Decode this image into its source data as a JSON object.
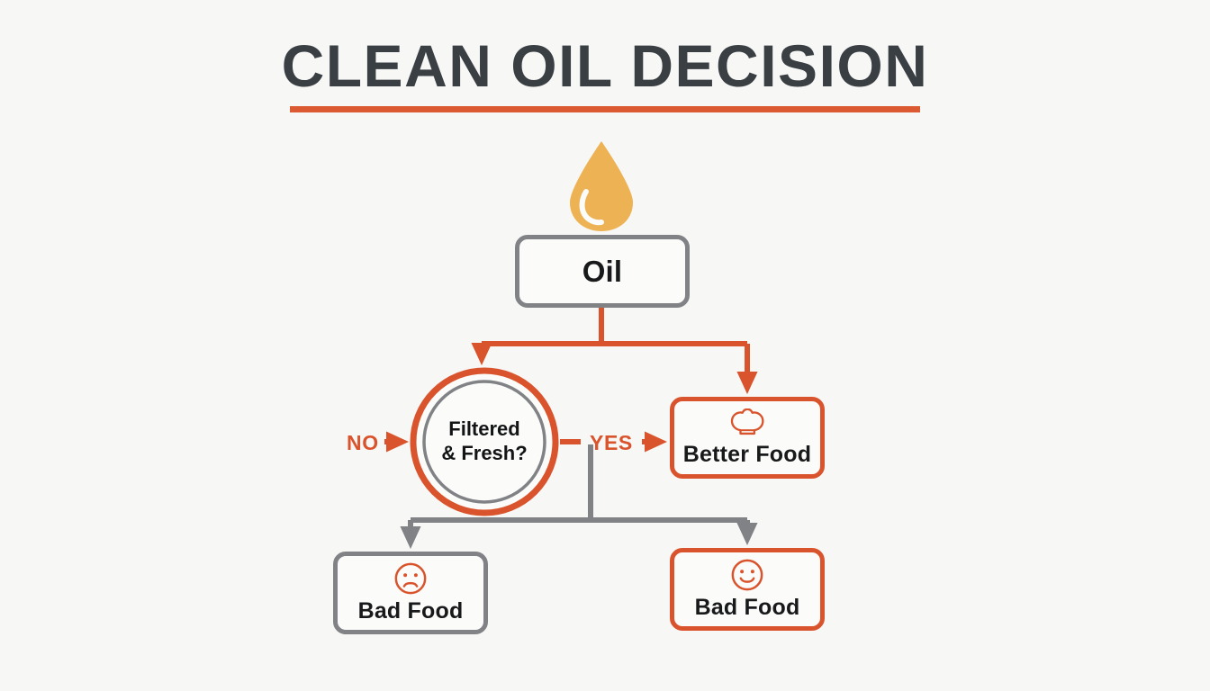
{
  "title": {
    "text": "CLEAN OIL DECISION",
    "underline_color": "#db5a31",
    "text_color": "#3a3f44"
  },
  "colors": {
    "background": "#f7f7f6",
    "orange": "#d9542c",
    "gray": "#808285",
    "dark_text": "#18191a",
    "oil_droplet": "#edb254"
  },
  "diagram": {
    "type": "flowchart",
    "nodes": [
      {
        "id": "oil",
        "label": "Oil",
        "shape": "rounded-rect",
        "border_color": "#808285",
        "icon": "oil-droplet-icon"
      },
      {
        "id": "decision",
        "label_line1": "Filtered",
        "label_line2": "& Fresh?",
        "shape": "double-circle",
        "outer_ring_color": "#d9542c",
        "inner_ring_color": "#808285"
      },
      {
        "id": "better-food",
        "label": "Better Food",
        "shape": "rounded-rect",
        "border_color": "#d9542c",
        "icon": "chef-hat-icon"
      },
      {
        "id": "bad-food-left",
        "label": "Bad Food",
        "shape": "rounded-rect",
        "border_color": "#808285",
        "icon": "sad-face-icon"
      },
      {
        "id": "bad-food-right",
        "label": "Bad Food",
        "shape": "rounded-rect",
        "border_color": "#d9542c",
        "icon": "happy-face-icon"
      }
    ],
    "branch_labels": {
      "no": "NO",
      "yes": "YES"
    },
    "edges": [
      {
        "from": "oil",
        "to": "decision",
        "color": "#d9542c",
        "style": "elbow-arrow"
      },
      {
        "from": "oil",
        "to": "better-food",
        "color": "#d9542c",
        "style": "elbow-arrow"
      },
      {
        "from": "decision",
        "to": "bad-food-left",
        "color": "#808285",
        "style": "elbow-arrow"
      },
      {
        "from": "decision",
        "to": "bad-food-right",
        "color": "#808285",
        "style": "elbow-arrow"
      },
      {
        "from": "no-label",
        "to": "decision",
        "color": "#d9542c",
        "style": "straight-arrow"
      },
      {
        "from": "decision",
        "to": "yes-label",
        "color": "#d9542c",
        "style": "straight-arrow"
      }
    ]
  }
}
